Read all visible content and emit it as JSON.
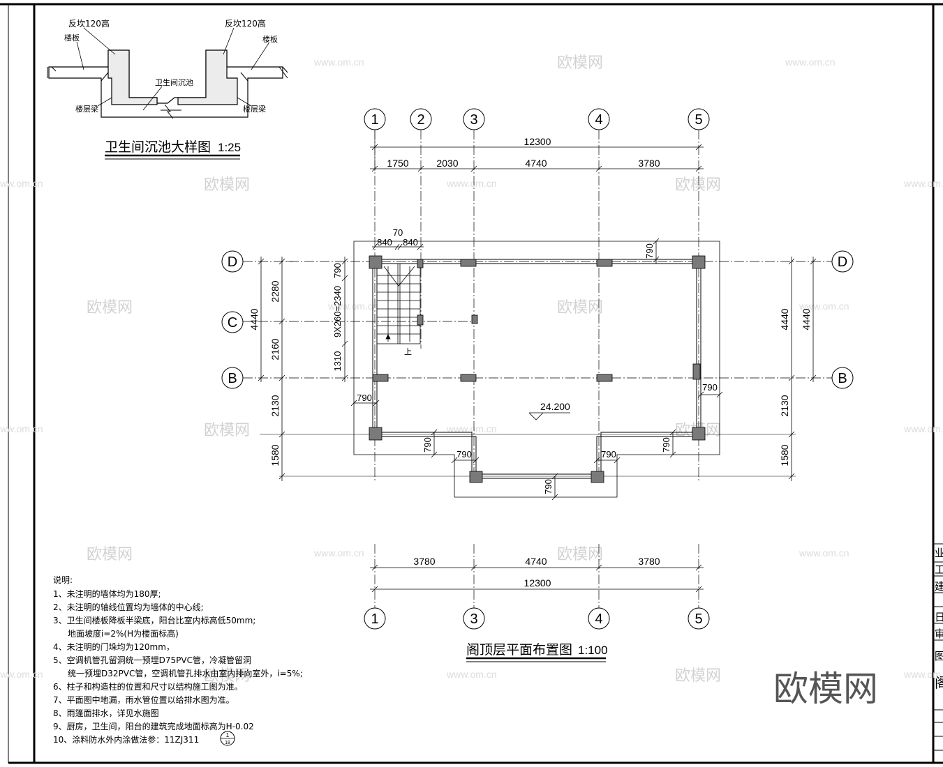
{
  "detail": {
    "labels": {
      "upturn_left": "反坎120高",
      "upturn_right": "反坎120高",
      "slab_left": "楼板",
      "slab_right": "楼板",
      "sink": "卫生间沉池",
      "beam_left": "楼层梁",
      "beam_right": "楼层梁"
    },
    "title": "卫生间沉池大样图",
    "scale": "1:25"
  },
  "plan": {
    "top_axes": [
      "1",
      "2",
      "3",
      "4",
      "5"
    ],
    "bottom_axes": [
      "1",
      "3",
      "4",
      "5"
    ],
    "left_axes": [
      "D",
      "C",
      "B"
    ],
    "right_axes": [
      "D",
      "B"
    ],
    "top_total": "12300",
    "top_dims": [
      "1750",
      "2030",
      "4740",
      "3780"
    ],
    "bottom_dims": [
      "3780",
      "4740",
      "3780"
    ],
    "bottom_total": "12300",
    "left_dims": [
      "2280",
      "2160",
      "2130",
      "1580"
    ],
    "left_total": "4440",
    "right_total_inner": "4440",
    "right_total_outer": "4440",
    "right_dims": [
      "2130",
      "1580"
    ],
    "stair_dim": "9X260=2340",
    "stair_top": "790",
    "stair_bottom": "1310",
    "stair_widths": [
      "840",
      "70",
      "840"
    ],
    "up_label": "上",
    "overhangs": {
      "top_right": "790",
      "right": "790",
      "left": "790",
      "lower_left": "790",
      "lower_left2": "790",
      "lower_right": "790",
      "lower_right2": "790",
      "bottom": "790"
    },
    "elevation": "24.200",
    "title": "阁顶层平面布置图",
    "scale": "1:100"
  },
  "notes": {
    "heading": "说明:",
    "items": [
      "1、未注明的墙体均为180厚;",
      "2、未注明的轴线位置均为墙体的中心线;",
      "3、卫生间楼板降板半梁底，阳台比室内标高低50mm;",
      "地面坡度i=2%(H为楼面标高)",
      "4、未注明的门垛均为120mm，",
      "5、空调机管孔留洞统一预埋D75PVC管，冷凝管留洞",
      "统一预埋D32PVC管，空调机管孔排水由室内排向室外，i=5%;",
      "6、柱子和构造柱的位置和尺寸以结构施工图为准。",
      "7、平面图中地漏，雨水管位置以给排水图为准。",
      "8、雨篷面排水，详见水施图",
      "9、厨房，卫生间，阳台的建筑完成地面标高为H-0.02",
      "10、涂料防水外内涂做法参：11ZJ311"
    ],
    "ref_top": "1",
    "ref_bottom": "18"
  },
  "watermarks": {
    "brand": "欧模网",
    "url": "www.om.cn",
    "big": "欧模网"
  },
  "titleblock": {
    "chars": [
      "业",
      "工",
      "建",
      "日",
      "审",
      "图",
      "阁"
    ]
  }
}
